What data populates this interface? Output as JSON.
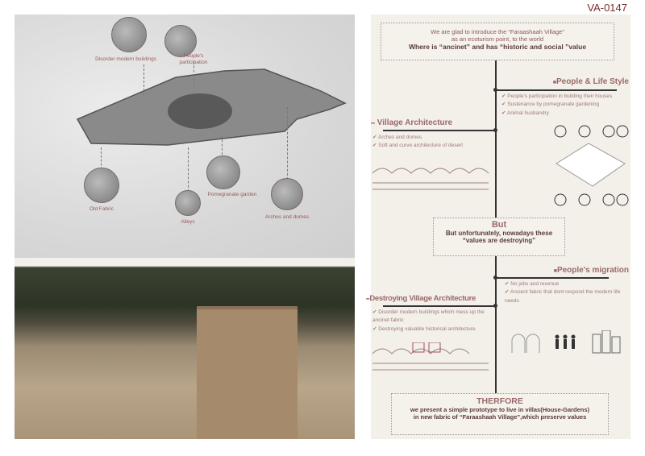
{
  "code": "VA-0147",
  "map": {
    "labels": {
      "disorder": "Disorder modern buildings",
      "people": "People's participation",
      "old_fabric": "Old Fabric",
      "alleys": "Alleys",
      "pomegranate": "Pomegranate garden",
      "arches": "Arches and domes"
    }
  },
  "intro": {
    "line1": "We are glad to introduce the “Faraashaah Village”",
    "line2": "as an ecoturism point, to the world",
    "line3": "Where is “ancinet” and has “historic and social ”value"
  },
  "people": {
    "title": "People & Life Style",
    "items": [
      "People's participation in building their houses",
      "Sustenance by pomegranate gardening",
      "Animal husbandry"
    ]
  },
  "village": {
    "title": "Village Architecture",
    "items": [
      "Arches and domes",
      "Soft and curve architecture of desert"
    ]
  },
  "but": {
    "title": "But",
    "line1": "But unfortunately, nowadays these",
    "line2": "“values are destroying”"
  },
  "migration": {
    "title": "People's migration",
    "items": [
      "No jobs and revenue",
      "Ancient fabric that dont respond the modern life needs"
    ]
  },
  "destroying": {
    "title": "Destroying Village Architecture",
    "items": [
      "Disorder modern buildings which mess up the ancinet fabric",
      "Destroying valuable historical architecture"
    ]
  },
  "therefore": {
    "title": "THERFORE",
    "line1": "we present a simple prototype to live in villas(House-Gardens)",
    "line2": "in new fabric of “Faraashaah Village”,which preserve values"
  }
}
